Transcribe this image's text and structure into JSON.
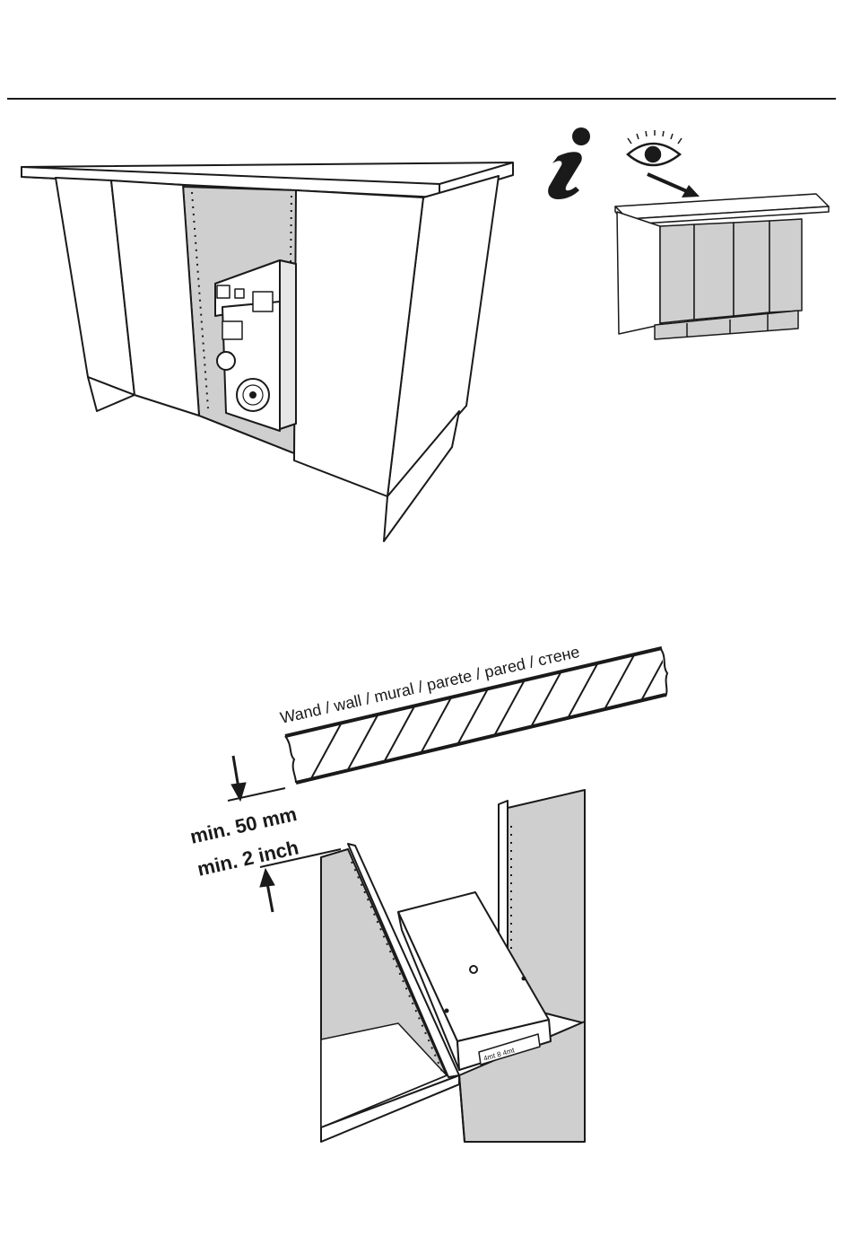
{
  "colors": {
    "ink": "#1a1a1a",
    "panel_gray": "#cfcfcf",
    "dark_gray": "#bdbdbd",
    "paper": "#ffffff"
  },
  "icons": {
    "info": "info-icon",
    "eye": "eye-icon",
    "arrow": "arrow-icon"
  },
  "wall_label": "Wand / wall / mural / parete / pared / стене",
  "clearance": {
    "metric": "min. 50 mm",
    "imperial": "min. 2 inch"
  },
  "device_panel_text": "4mt  8  4mt"
}
